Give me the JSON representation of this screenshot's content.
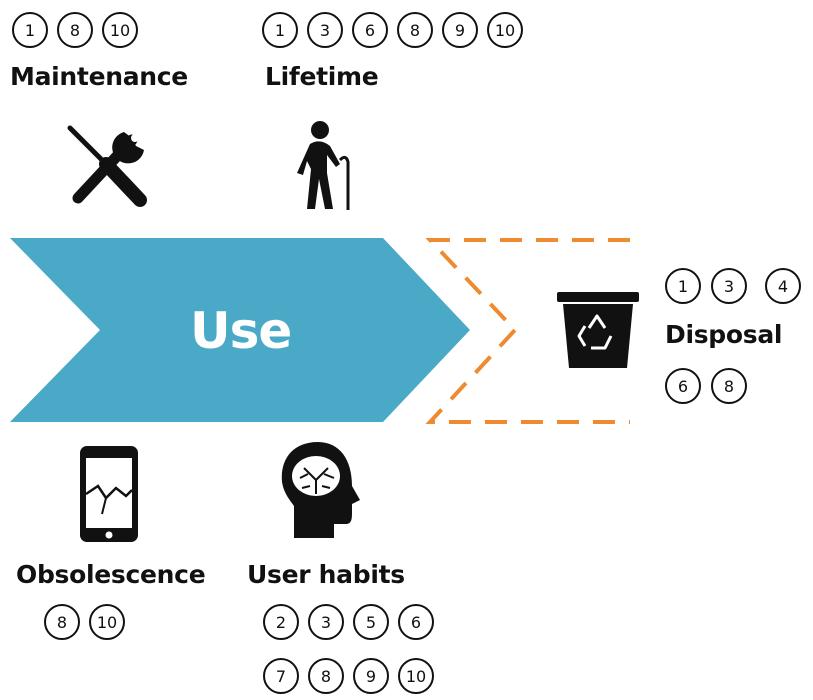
{
  "main_stage": {
    "label": "Use",
    "color": "#4aa9c6"
  },
  "disposal_outline_color": "#f08a30",
  "maintenance": {
    "label": "Maintenance",
    "refs": [
      "1",
      "8",
      "10"
    ],
    "icon": "wrench-screwdriver-icon"
  },
  "lifetime": {
    "label": "Lifetime",
    "refs": [
      "1",
      "3",
      "6",
      "8",
      "9",
      "10"
    ],
    "icon": "elderly-person-cane-icon"
  },
  "disposal": {
    "label": "Disposal",
    "refs_top": [
      "1",
      "3",
      "4"
    ],
    "refs_bottom": [
      "6",
      "8"
    ],
    "icon": "recycle-bin-icon"
  },
  "obsolescence": {
    "label": "Obsolescence",
    "refs": [
      "8",
      "10"
    ],
    "icon": "broken-phone-icon"
  },
  "user_habits": {
    "label": "User habits",
    "refs_row1": [
      "2",
      "3",
      "5",
      "6"
    ],
    "refs_row2": [
      "7",
      "8",
      "9",
      "10"
    ],
    "icon": "brain-head-icon"
  }
}
